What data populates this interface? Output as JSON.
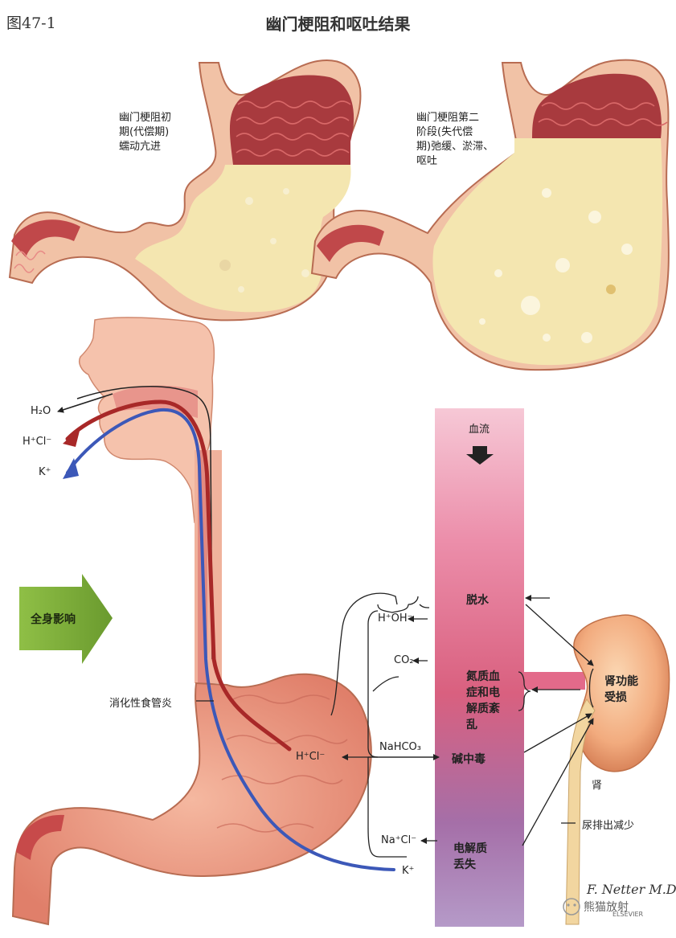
{
  "figure": {
    "number": "图47-1",
    "title": "幽门梗阻和呕吐结果"
  },
  "stomach_early": {
    "caption_lines": [
      "幽门梗阻初",
      "期(代偿期)",
      "蠕动亢进"
    ]
  },
  "stomach_late": {
    "caption_lines": [
      "幽门梗阻第二",
      "阶段(失代偿",
      "期)弛缓、淤滞、",
      "呕吐"
    ]
  },
  "vomit_outputs": {
    "water": "H₂O",
    "hcl": "H⁺Cl⁻",
    "potassium": "K⁺"
  },
  "systemic_effects_arrow": {
    "label": "全身影响"
  },
  "esophagitis_label": "消化性食管炎",
  "blood_flow": {
    "label": "血流",
    "dehydration": "脱水",
    "azotemia_lines": [
      "氮质血",
      "症和电",
      "解质紊",
      "乱"
    ],
    "alkalosis": "碱中毒",
    "electrolyte_loss_lines": [
      "电解质",
      "丢失"
    ]
  },
  "chemistry": {
    "h_oh": "H⁺OH⁻",
    "co2": "CO₂",
    "nahco3": "NaHCO₃",
    "gastric_hcl": "H⁺Cl⁻",
    "nacl": "Na⁺Cl⁻",
    "k": "K⁺"
  },
  "kidney": {
    "impaired_lines": [
      "肾功能",
      "受损"
    ],
    "name": "肾",
    "oliguria": "尿排出减少"
  },
  "watermark": {
    "signature": "F. Netter M.D.",
    "publisher": "ELSEVIER",
    "wechat_handle": "熊猫放射"
  },
  "colors": {
    "blood_column_top": "#e0608a",
    "blood_column_bottom": "#8a70b0",
    "tissue": "#f0a88c",
    "mucosa": "#b84848",
    "gastric_content": "#f4e6b0",
    "hcl_path": "#a82828",
    "potassium_path": "#3c58b8",
    "arrow_green": "#7aa83a"
  }
}
